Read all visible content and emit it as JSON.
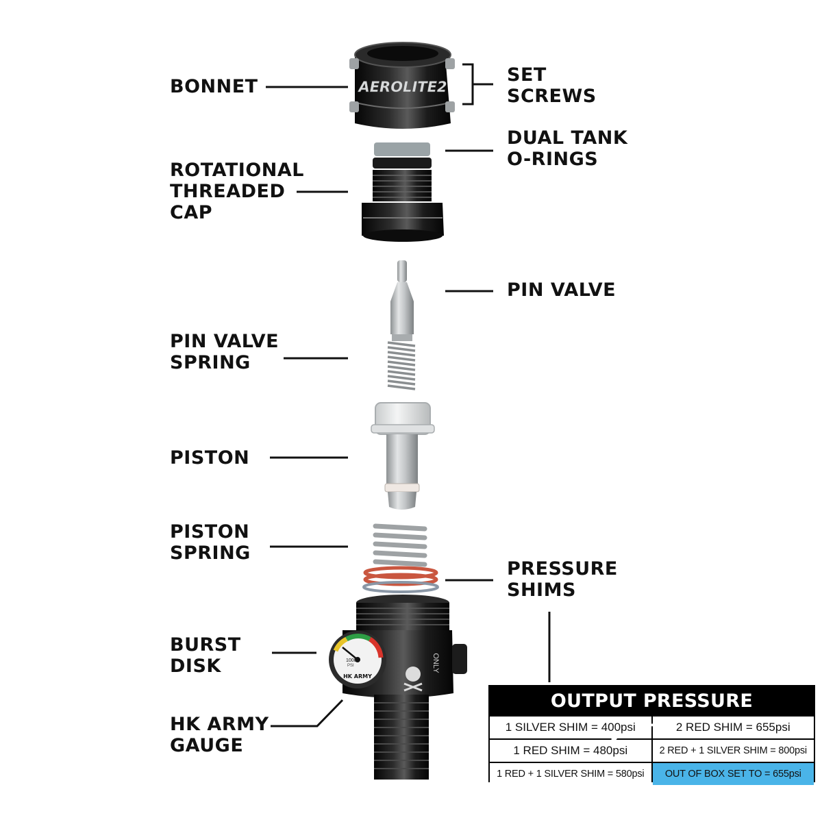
{
  "labels": {
    "bonnet": [
      "BONNET"
    ],
    "set_screws": [
      "SET",
      "SCREWS"
    ],
    "dual_tank_orings": [
      "DUAL TANK",
      "O-RINGS"
    ],
    "rotational_cap": [
      "ROTATIONAL",
      "THREADED",
      "CAP"
    ],
    "pin_valve": [
      "PIN VALVE"
    ],
    "pin_valve_spring": [
      "PIN VALVE",
      "SPRING"
    ],
    "piston": [
      "PISTON"
    ],
    "piston_spring": [
      "PISTON",
      "SPRING"
    ],
    "pressure_shims": [
      "PRESSURE",
      "SHIMS"
    ],
    "burst_disk": [
      "BURST",
      "DISK"
    ],
    "hk_army_gauge": [
      "HK ARMY",
      "GAUGE"
    ]
  },
  "product_marks": {
    "bonnet_logo": "AEROLITE2",
    "gauge_brand": "HK ARMY",
    "gauge_scale": "1000",
    "gauge_unit": "PSI",
    "body_text": "ONLY"
  },
  "table": {
    "title": "OUTPUT PRESSURE ADJUSTMENT",
    "rows": [
      [
        "1 SILVER SHIM = 400psi",
        "2 RED SHIM = 655psi"
      ],
      [
        "1 RED SHIM = 480psi",
        "2 RED + 1 SILVER SHIM = 800psi"
      ],
      [
        "1 RED + 1 SILVER SHIM = 580psi",
        "OUT OF BOX SET TO = 655psi"
      ]
    ],
    "highlight_color": "#4ab4e8"
  },
  "colors": {
    "metal_dark": "#141414",
    "metal_silver": "#b9bcbe",
    "shim_red": "#c9563f",
    "shim_silver": "#8a97a6"
  }
}
